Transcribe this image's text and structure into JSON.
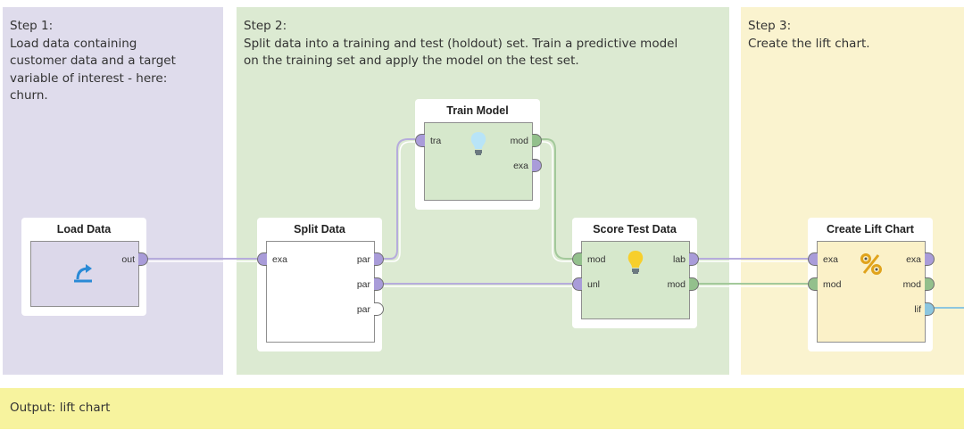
{
  "steps": [
    {
      "text": "Step 1:\nLoad data containing\ncustomer data and a target\nvariable of interest - here:\nchurn.",
      "color": "#dfdcec"
    },
    {
      "text": "Step 2:\nSplit data into a training and test (holdout) set. Train a predictive model\non the training set and apply the model on the test set.",
      "color": "#dcead2"
    },
    {
      "text": "Step 3:\nCreate the lift chart.",
      "color": "#faf3cf"
    }
  ],
  "operators": {
    "load_data": {
      "title": "Load Data",
      "icon": "retrieve-arrow-icon",
      "ports": {
        "out": "out"
      }
    },
    "split_data": {
      "title": "Split Data",
      "ports": {
        "in_exa": "exa",
        "out_par1": "par",
        "out_par2": "par",
        "out_par3": "par"
      }
    },
    "train_model": {
      "title": "Train Model",
      "icon": "lightbulb-icon",
      "ports": {
        "in_tra": "tra",
        "out_mod": "mod",
        "out_exa": "exa"
      }
    },
    "score_test_data": {
      "title": "Score Test Data",
      "icon": "lightbulb-icon",
      "ports": {
        "in_mod": "mod",
        "in_unl": "unl",
        "out_lab": "lab",
        "out_mod": "mod"
      }
    },
    "create_lift_chart": {
      "title": "Create Lift Chart",
      "icon": "percent-icon",
      "ports": {
        "in_exa": "exa",
        "in_mod": "mod",
        "out_exa": "exa",
        "out_mod": "mod",
        "out_lif": "lif"
      }
    }
  },
  "colors": {
    "example_port": "#a99cd9",
    "model_port": "#93c08c",
    "lift_port": "#8cc6df",
    "operator_load": "#dcd8ea",
    "operator_split": "#ffffff",
    "operator_model": "#d6e8cc",
    "operator_lift": "#fbf1c8"
  },
  "output": {
    "text": "Output: lift chart"
  }
}
